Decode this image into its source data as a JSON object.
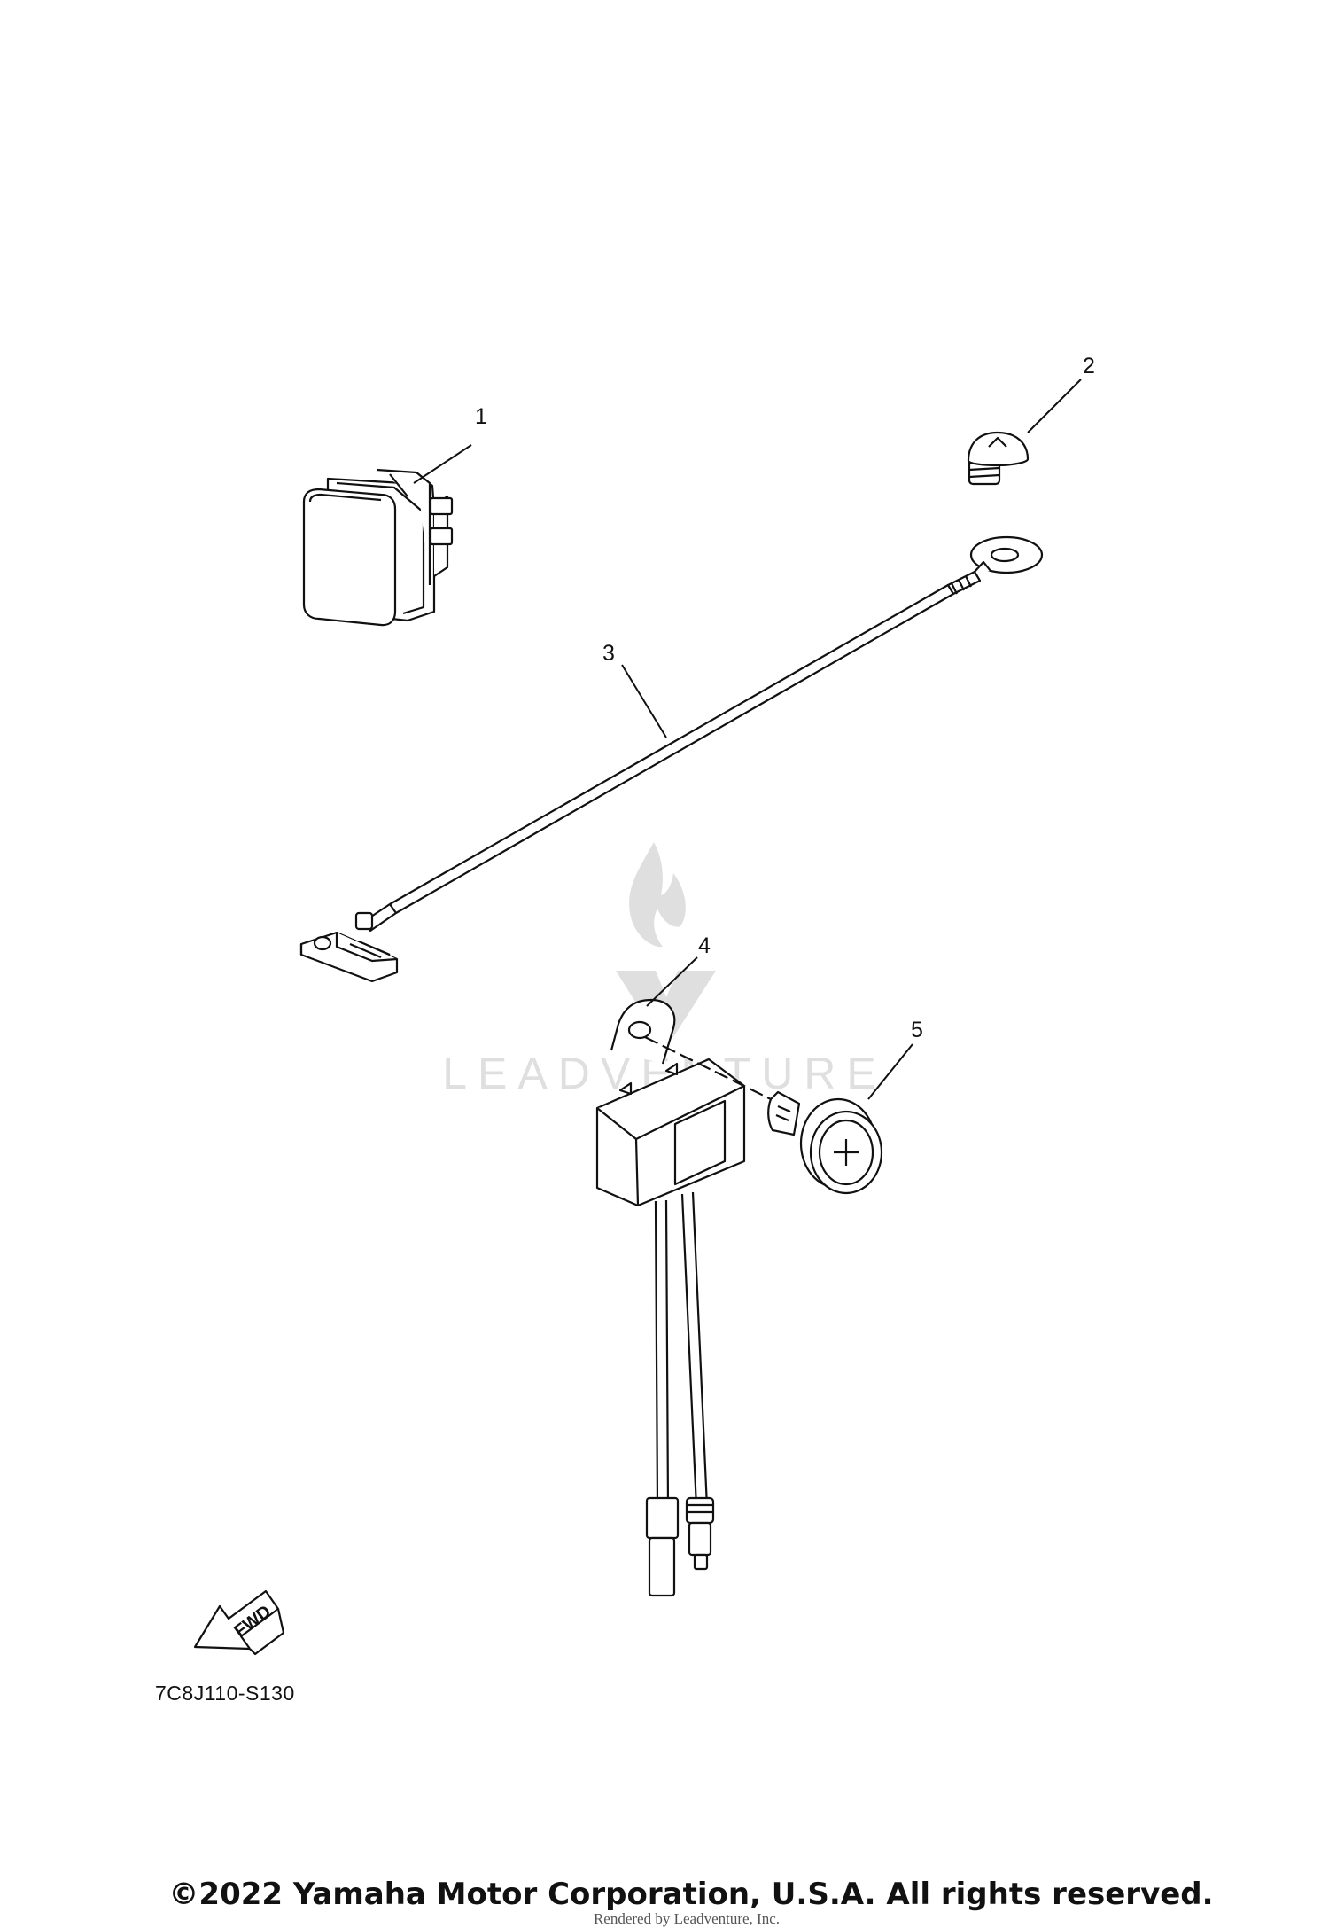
{
  "callouts": [
    {
      "part": "1",
      "label": "1"
    },
    {
      "part": "2",
      "label": "2"
    },
    {
      "part": "3",
      "label": "3"
    },
    {
      "part": "4",
      "label": "4"
    },
    {
      "part": "5",
      "label": "5"
    }
  ],
  "direction_label": "FWD",
  "diagram_code": "7C8J110-S130",
  "copyright": "©2022 Yamaha Motor Corporation, U.S.A. All rights reserved.",
  "rendered_by": "Rendered by Leadventure, Inc.",
  "watermark_text": "LEADVENTURE",
  "colors": {
    "line": "#111111",
    "watermark": "#dcdcdc"
  }
}
